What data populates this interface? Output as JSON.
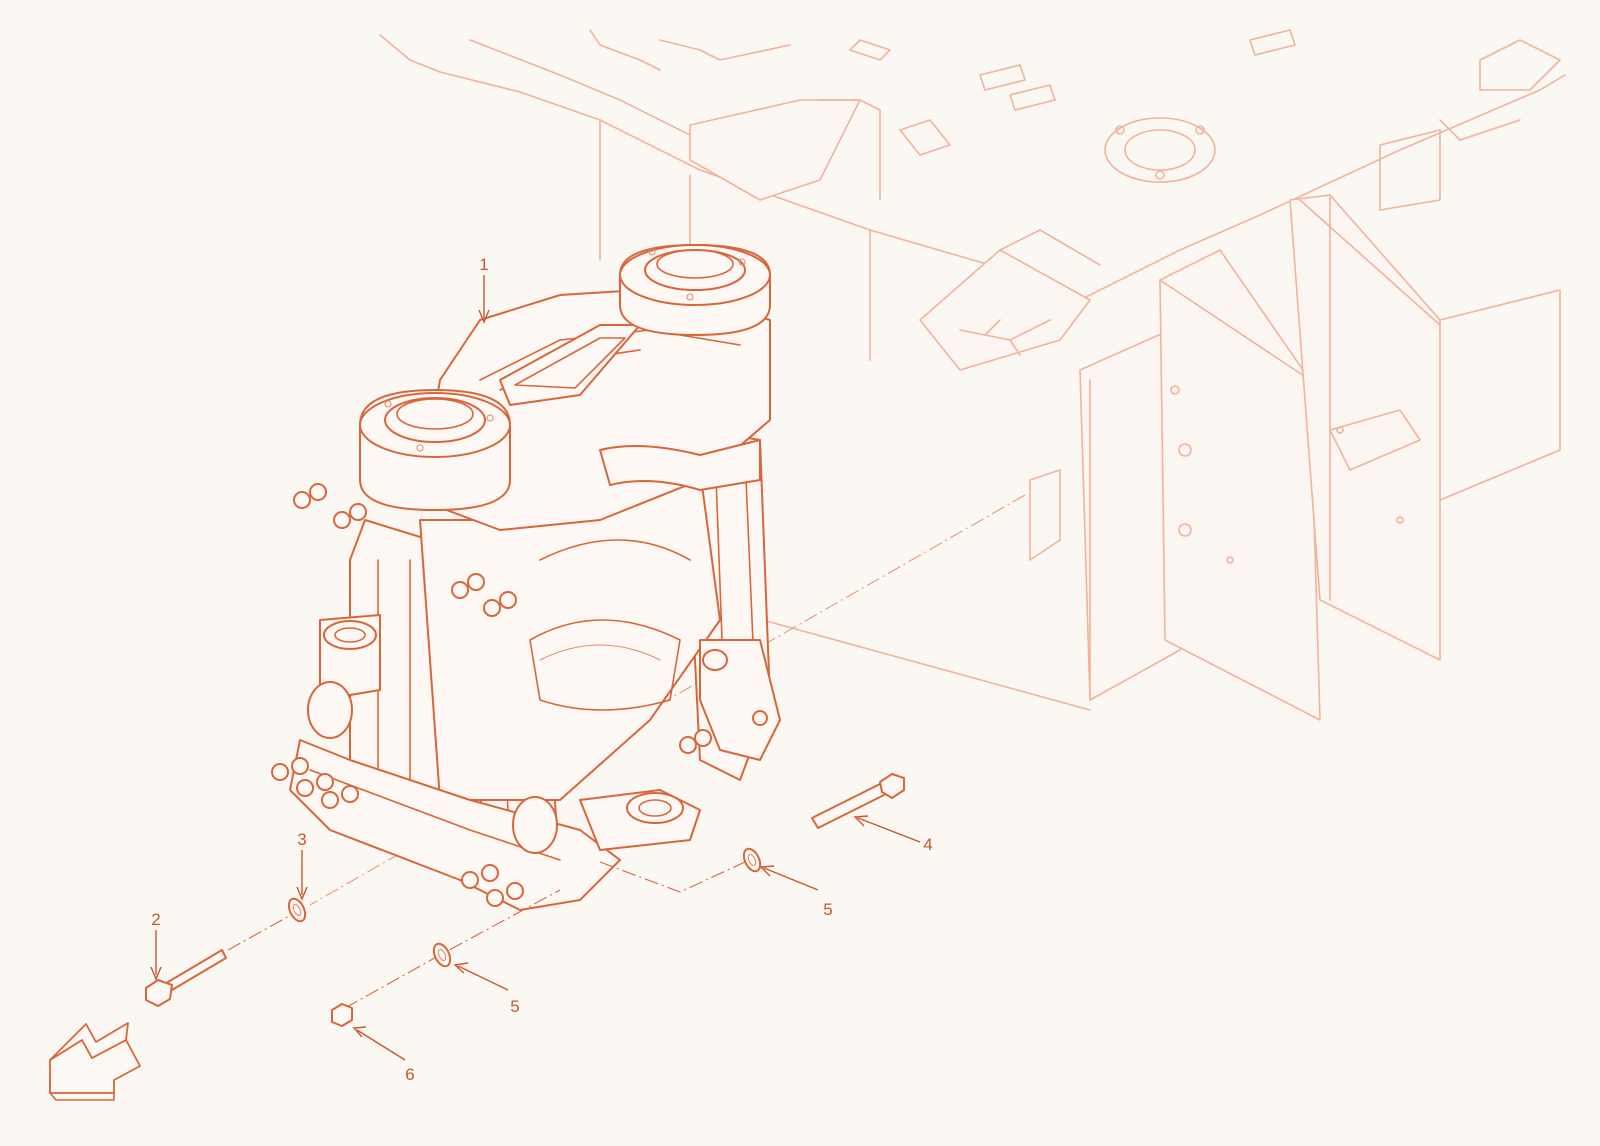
{
  "callouts": [
    {
      "id": "1",
      "label": "1",
      "part": "frame"
    },
    {
      "id": "2",
      "label": "2",
      "part": "long-bolt"
    },
    {
      "id": "3",
      "label": "3",
      "part": "washer"
    },
    {
      "id": "4",
      "label": "4",
      "part": "bolt"
    },
    {
      "id": "5a",
      "label": "5",
      "part": "washer"
    },
    {
      "id": "5b",
      "label": "5",
      "part": "washer"
    },
    {
      "id": "6",
      "label": "6",
      "part": "nut"
    }
  ],
  "icons": {
    "direction": "direction-arrow-icon"
  },
  "colors": {
    "ink": "#d9663b",
    "ghost": "#efb49a",
    "background": "#fbf8f4"
  }
}
